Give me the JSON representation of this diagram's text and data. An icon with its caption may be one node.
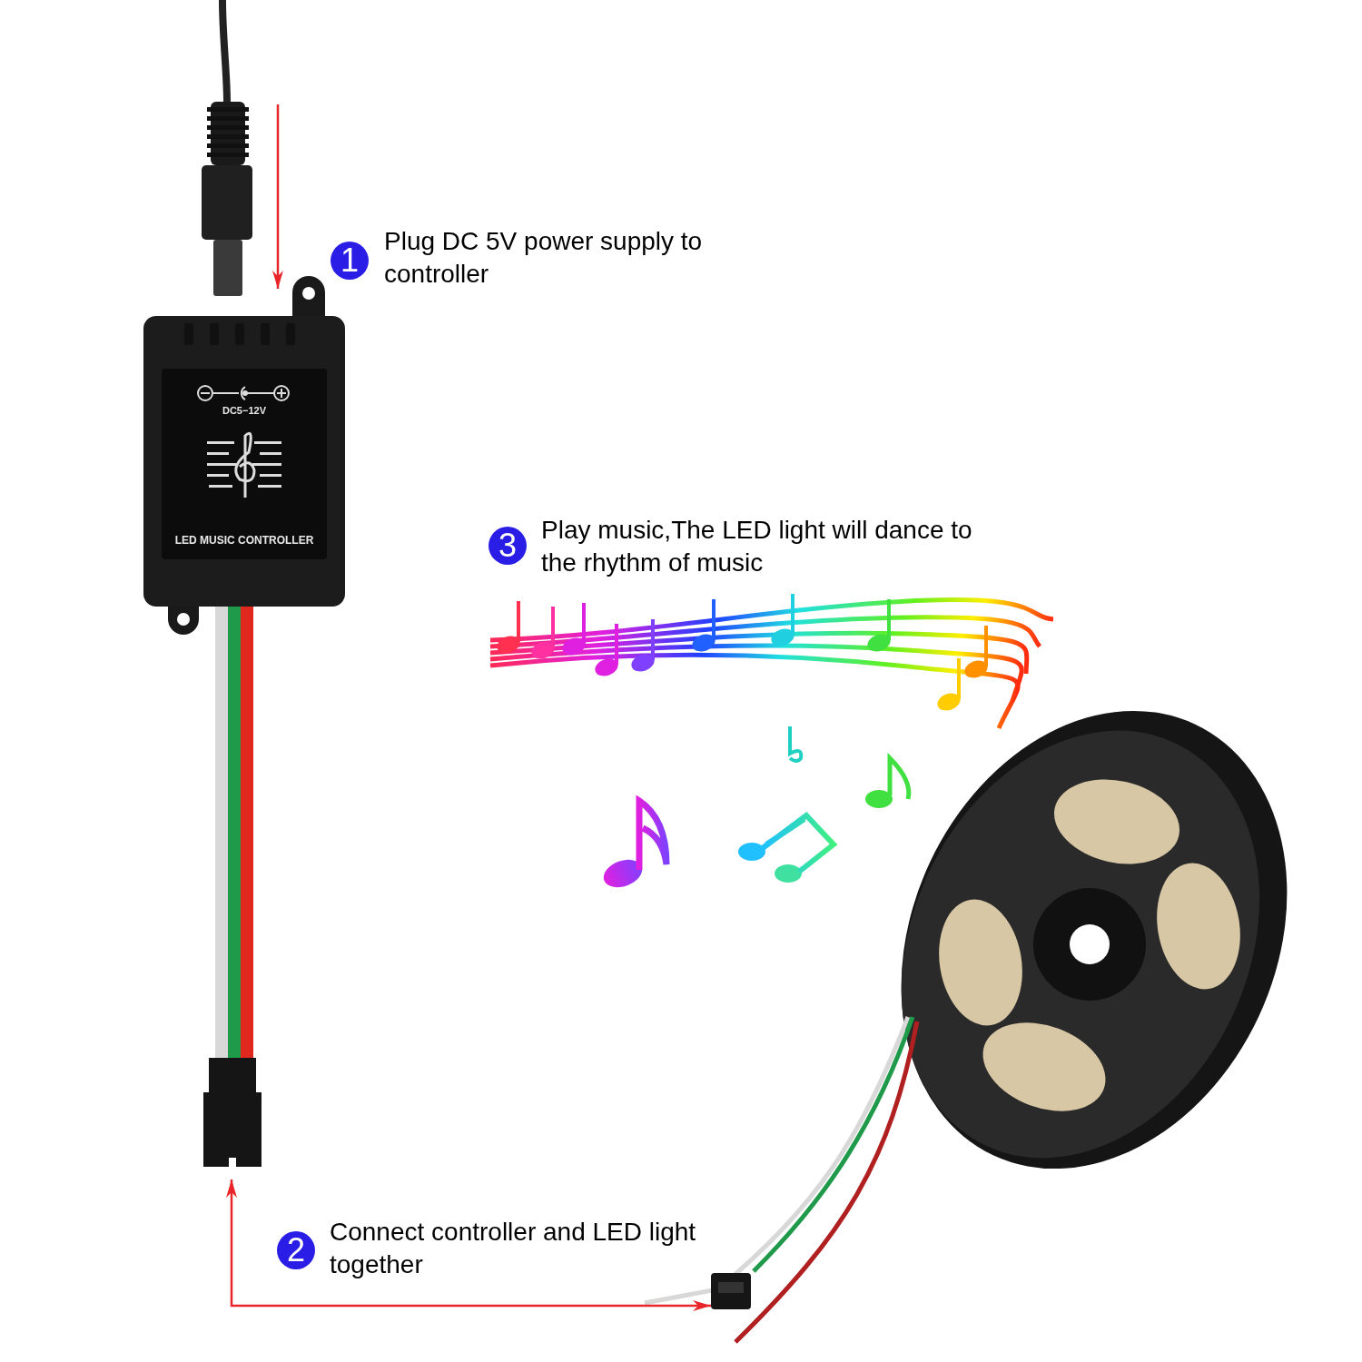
{
  "diagram": {
    "nodes": [
      {
        "text": [
          "DC5−12V",
          "LED MUSIC CONTROLLER"
        ]
      },
      {
        "text": [],
        "shape": "picture"
      },
      {
        "text": [],
        "shape": "picture"
      }
    ],
    "edges": [
      {
        "from": null,
        "to": 0,
        "arrow": "to"
      },
      {
        "from": 1,
        "to": 2,
        "arrow": "both"
      }
    ],
    "labels": [
      "1",
      "Plug DC 5V power supply to controller",
      "3",
      "Play music,The LED light will dance to the rhythm of music",
      "2",
      "Connect controller and LED light together"
    ]
  }
}
